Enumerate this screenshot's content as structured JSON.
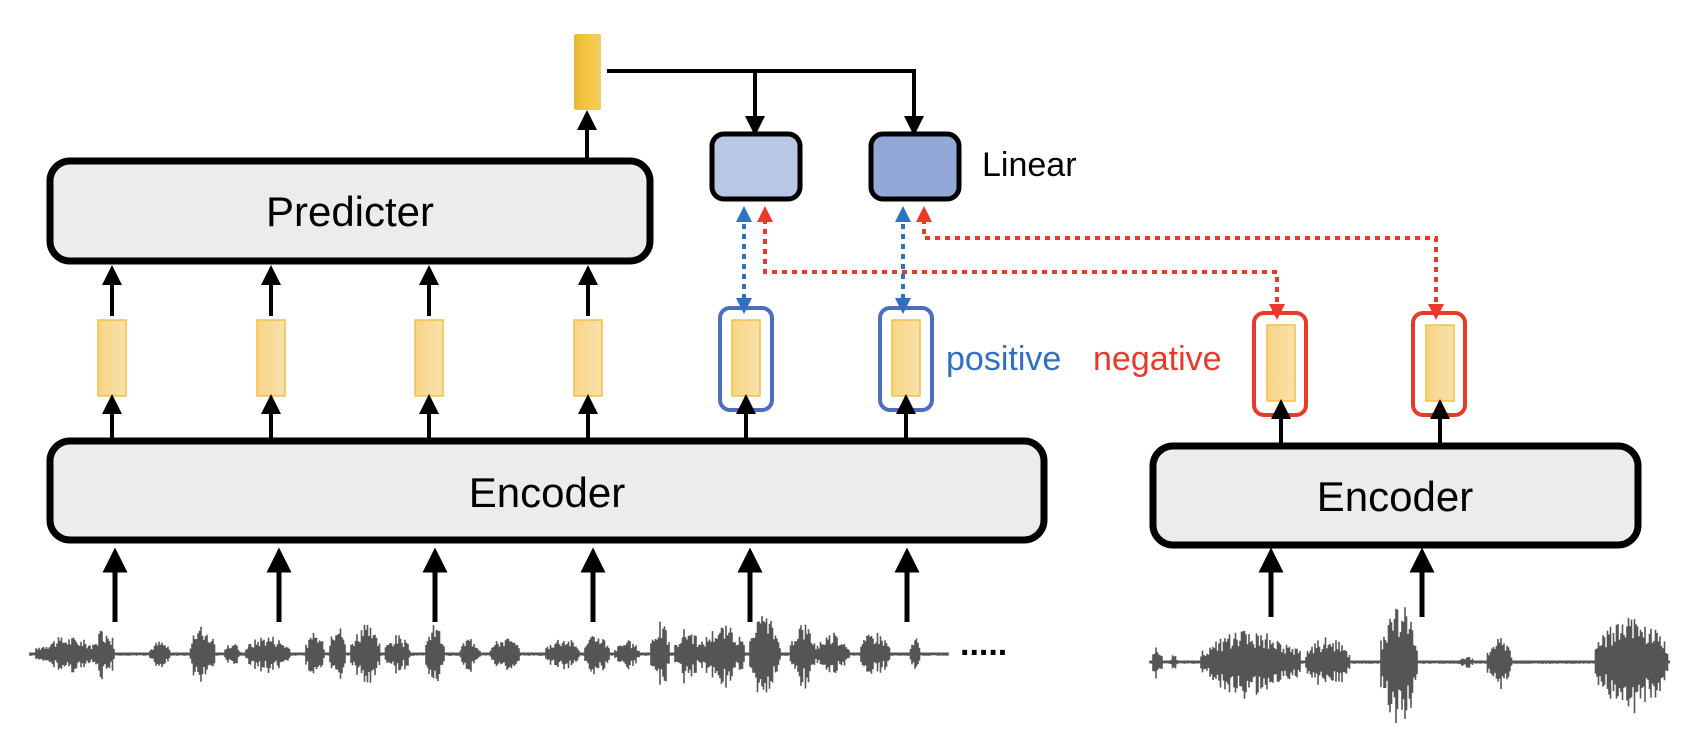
{
  "diagram": {
    "blocks": {
      "predicter": {
        "label": "Predicter"
      },
      "encoder_left": {
        "label": "Encoder"
      },
      "encoder_right": {
        "label": "Encoder"
      },
      "linear": {
        "label": "Linear"
      }
    },
    "labels": {
      "positive": "positive",
      "negative": "negative",
      "ellipsis": "....."
    },
    "colors": {
      "block_fill": "#ececec",
      "block_stroke": "#000000",
      "feature_fill": "#f8d890",
      "feature_stroke": "#f3c040",
      "context_vector": "#f2c23a",
      "linear_light": "#b7c7e5",
      "linear_dark": "#94a8d8",
      "positive": "#2f6fc4",
      "positive_box": "#4a6ec0",
      "negative": "#e8392b",
      "waveform": "#555555"
    },
    "counts": {
      "left_input_frames": 6,
      "left_predicter_features": 4,
      "left_positive_features": 2,
      "right_negative_features": 2
    }
  }
}
